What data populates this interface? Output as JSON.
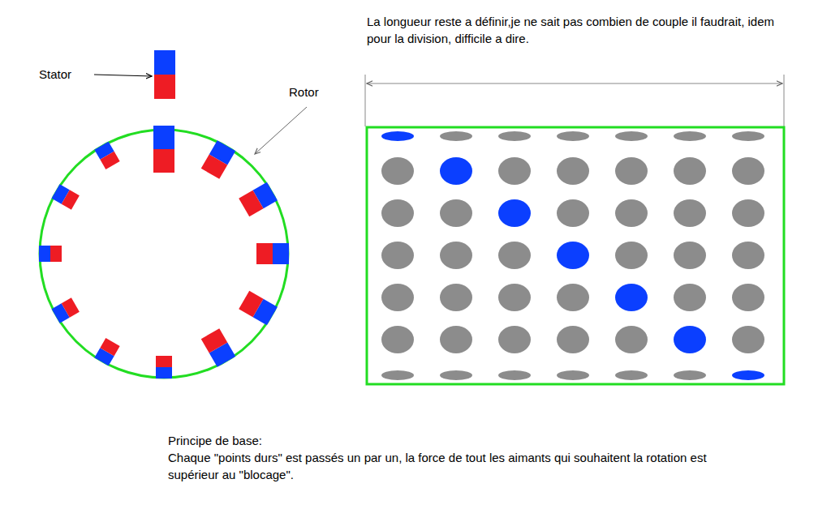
{
  "diagram": {
    "labels": [
      "Stator",
      "Rotor",
      "La longueur reste a définir,je ne sait pas combien de couple il faudrait, idem pour la division, difficile a dire.",
      "Principe de base:",
      "Chaque \"points durs\" est passés un par un, la force de tout les aimants qui souhaitent la rotation est supérieur au \"blocage\"."
    ]
  }
}
